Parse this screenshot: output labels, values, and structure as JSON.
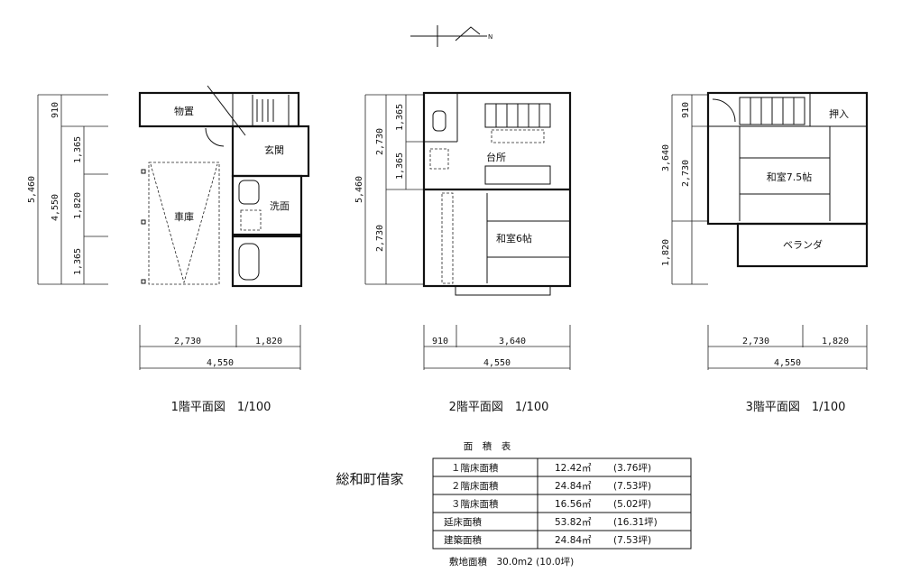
{
  "north_arrow": {
    "label": "N"
  },
  "floor1": {
    "caption": "1階平面図　1/100",
    "rooms": {
      "storage": "物置",
      "entrance": "玄関",
      "washroom": "洗面",
      "garage": "車庫"
    },
    "dims_left": {
      "a": "910",
      "b": "1,365",
      "c": "1,820",
      "d": "1,365",
      "mid": "4,550",
      "total": "5,460"
    },
    "dims_bottom": {
      "a": "2,730",
      "b": "1,820",
      "total": "4,550"
    }
  },
  "floor2": {
    "caption": "2階平面図　1/100",
    "rooms": {
      "kitchen": "台所",
      "japanese_room": "和室6帖"
    },
    "dims_left": {
      "a": "1,365",
      "b": "1,365",
      "c": "2,730",
      "d": "2,730",
      "total": "5,460"
    },
    "dims_bottom": {
      "a": "910",
      "b": "3,640",
      "total": "4,550"
    }
  },
  "floor3": {
    "caption": "3階平面図　1/100",
    "rooms": {
      "closet": "押入",
      "japanese_room": "和室7.5帖",
      "veranda": "ベランダ"
    },
    "dims_left": {
      "a": "910",
      "b": "2,730",
      "c": "1,820",
      "total": "3,640"
    },
    "dims_bottom": {
      "a": "2,730",
      "b": "1,820",
      "total": "4,550"
    }
  },
  "project_title": "総和町借家",
  "area_table": {
    "title": "面　積　表",
    "rows": [
      {
        "label": "１階床面積",
        "area": "12.42㎡",
        "tsubo": "(3.76坪)"
      },
      {
        "label": "２階床面積",
        "area": "24.84㎡",
        "tsubo": "(7.53坪)"
      },
      {
        "label": "３階床面積",
        "area": "16.56㎡",
        "tsubo": "(5.02坪)"
      },
      {
        "label": "延床面積",
        "area": "53.82㎡",
        "tsubo": "(16.31坪)"
      },
      {
        "label": "建築面積",
        "area": "24.84㎡",
        "tsubo": "(7.53坪)"
      }
    ],
    "site_area": "敷地面積　30.0m2 (10.0坪)"
  }
}
